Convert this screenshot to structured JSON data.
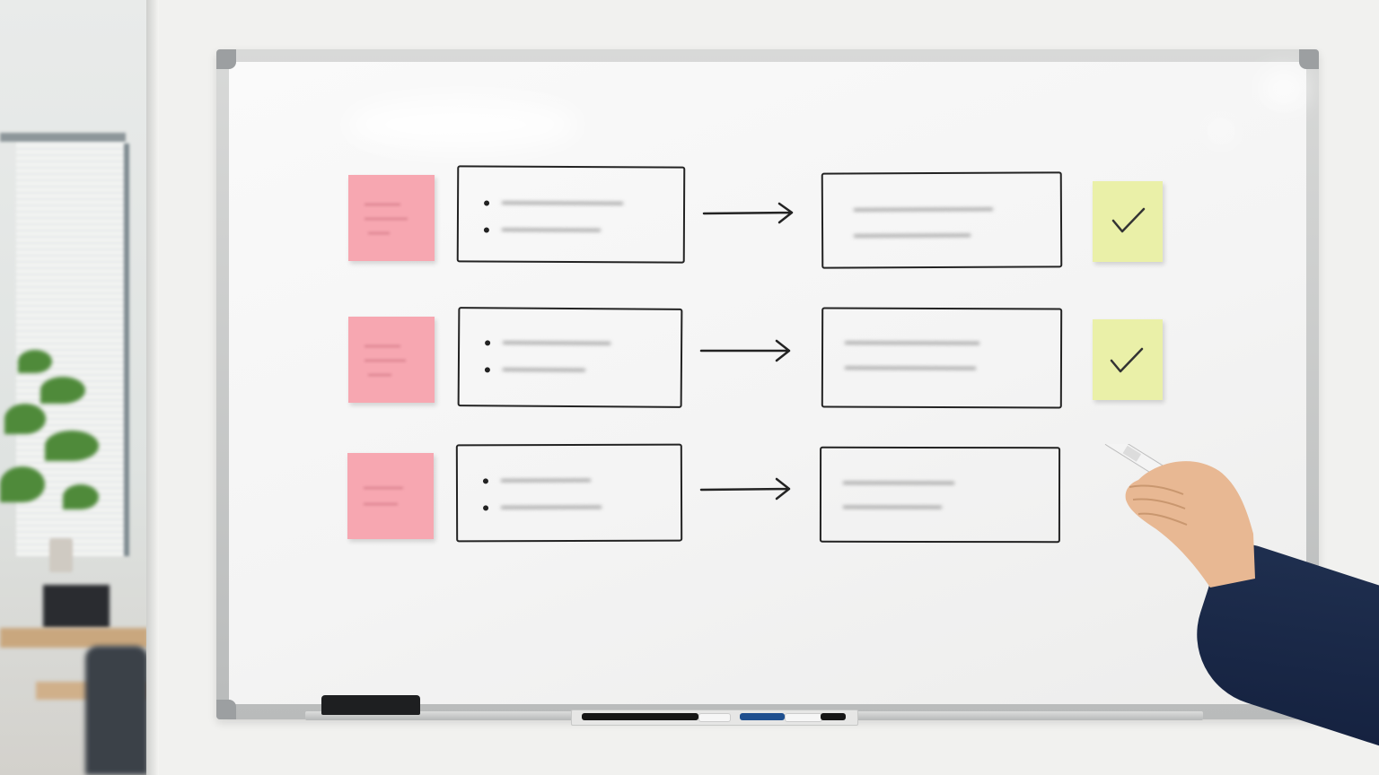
{
  "scene": {
    "description_items": [
      "whiteboard",
      "sticky-notes",
      "flow-boxes",
      "arrows",
      "checkmarks",
      "hand-with-marker"
    ],
    "colors": {
      "pink_sticky": "#f7a7b1",
      "yellow_sticky": "#eaf0a8",
      "ink": "#232323",
      "sleeve": "#1f2f4f"
    },
    "rows": [
      {
        "status": "done"
      },
      {
        "status": "done"
      },
      {
        "status": "open"
      }
    ]
  }
}
